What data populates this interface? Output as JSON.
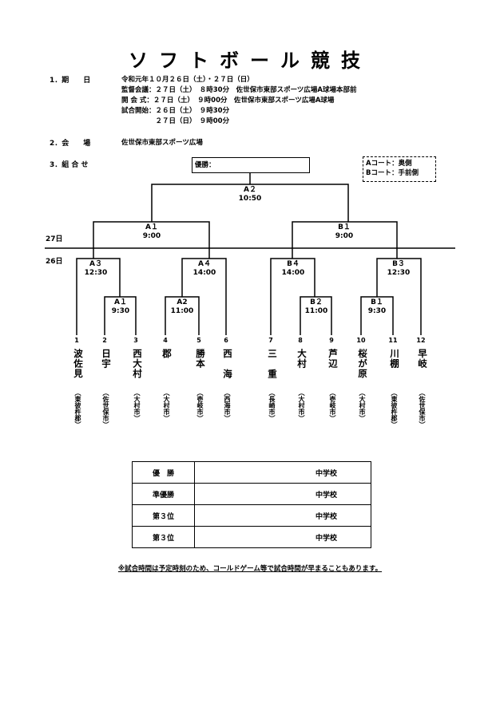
{
  "title": "ソフトボール競技",
  "sections": {
    "s1_label": "1．期　　日",
    "s1_lines": [
      "令和元年１０月２６日（土）・２７日（日）",
      "監督会議：２７日（土）　８時30分　佐世保市東部スポーツ広場A球場本部前",
      "開 会 式：２７日（土）　９時00分　佐世保市東部スポーツ広場A球場",
      "試合開始：２６日（土）　９時30分",
      "　　　　　２７日（日）　９時00分"
    ],
    "s2_label": "2．会　　場",
    "s2_value": "佐世保市東部スポーツ広場",
    "s3_label": "3．組 合 せ"
  },
  "winner_box": "優勝：",
  "court_box": [
    "Aコート：奥側",
    "Bコート：手前側"
  ],
  "days": {
    "d27": "27日",
    "d26": "26日"
  },
  "matches": {
    "A2": {
      "name": "A２",
      "time": "10:50"
    },
    "A1s": {
      "name": "A１",
      "time": "9:00"
    },
    "B1s": {
      "name": "B１",
      "time": "9:00"
    },
    "A3": {
      "name": "A３",
      "time": "12:30"
    },
    "A4": {
      "name": "A４",
      "time": "14:00"
    },
    "B4": {
      "name": "B４",
      "time": "14:00"
    },
    "B3": {
      "name": "B３",
      "time": "12:30"
    },
    "A1f": {
      "name": "A１",
      "time": "9:30"
    },
    "A2f": {
      "name": "A2",
      "time": "11:00"
    },
    "B2f": {
      "name": "B２",
      "time": "11:00"
    },
    "B1f": {
      "name": "B１",
      "time": "9:30"
    }
  },
  "teams": [
    {
      "no": "1",
      "name": "波佐見",
      "city": "（東彼杵郡）"
    },
    {
      "no": "2",
      "name": "日宇",
      "city": "（佐世保市）"
    },
    {
      "no": "3",
      "name": "西大村",
      "city": "（大村市）"
    },
    {
      "no": "4",
      "name": "郡",
      "city": "（大村市）"
    },
    {
      "no": "5",
      "name": "勝本",
      "city": "（壱岐市）"
    },
    {
      "no": "6",
      "name": "西海",
      "city": "（西海市）"
    },
    {
      "no": "7",
      "name": "三重",
      "city": "（長崎市）"
    },
    {
      "no": "8",
      "name": "大村",
      "city": "（大村市）"
    },
    {
      "no": "9",
      "name": "芦辺",
      "city": "（壱岐市）"
    },
    {
      "no": "10",
      "name": "桜が原",
      "city": "（大村市）"
    },
    {
      "no": "11",
      "name": "川棚",
      "city": "（東彼杵郡）"
    },
    {
      "no": "12",
      "name": "早岐",
      "city": "（佐世保市）"
    }
  ],
  "results": [
    {
      "label": "優　勝",
      "value": "中学校"
    },
    {
      "label": "準優勝",
      "value": "中学校"
    },
    {
      "label": "第３位",
      "value": "中学校"
    },
    {
      "label": "第３位",
      "value": "中学校"
    }
  ],
  "note": "※試合時間は予定時刻のため、コールドゲーム等で試合時間が早まることもあります。"
}
